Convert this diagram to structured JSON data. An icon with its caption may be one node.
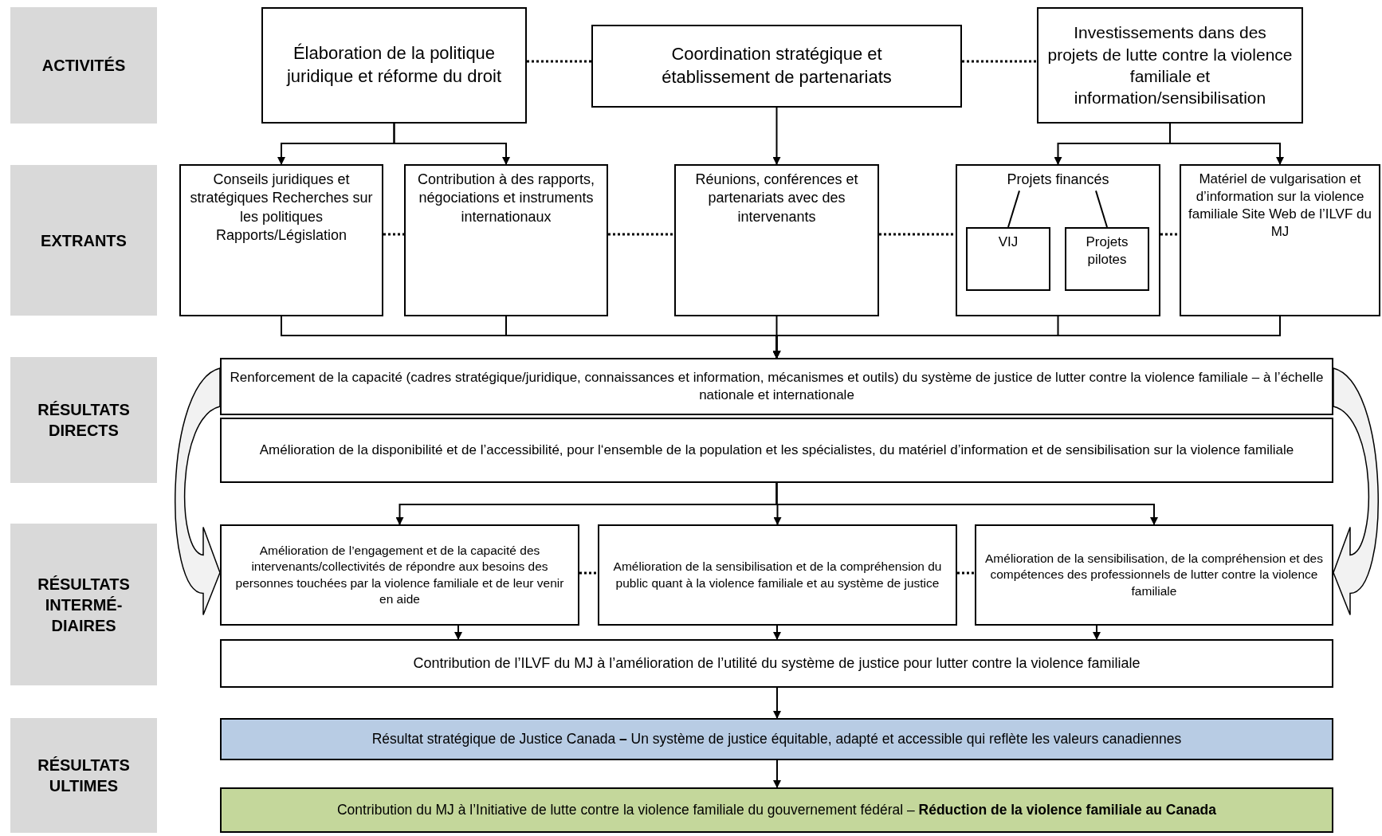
{
  "diagram": {
    "nodes": [
      {
        "text": [
          "ACTIVITÉS"
        ]
      },
      {
        "text": [
          "EXTRANTS"
        ]
      },
      {
        "text": [
          "RÉSULTATS DIRECTS"
        ]
      },
      {
        "text": [
          "RÉSULTATS INTERMÉ- DIAIRES"
        ]
      },
      {
        "text": [
          "RÉSULTATS ULTIMES"
        ]
      },
      {
        "text": [
          "Élaboration de la politique juridique et réforme du droit"
        ]
      },
      {
        "text": [
          "Coordination stratégique et établissement de partenariats"
        ]
      },
      {
        "text": [
          "Investissements dans des projets de lutte contre la violence familiale et information/sensibilisation"
        ]
      },
      {
        "text": [
          "Conseils juridiques et stratégiques Recherches sur les politiques Rapports/Législation"
        ]
      },
      {
        "text": [
          "Contribution à des rapports, négociations et instruments internationaux"
        ]
      },
      {
        "text": [
          "Réunions, conférences et partenariats avec des intervenants"
        ]
      },
      {
        "text": [
          "Projets financés"
        ]
      },
      {
        "text": [
          "VIJ"
        ],
        "in": 11
      },
      {
        "text": [
          "Projets pilotes"
        ],
        "in": 11
      },
      {
        "text": [
          "Matériel de vulgarisation et d’information sur la violence familiale Site Web de l’ILVF du MJ"
        ]
      },
      {
        "text": [
          "Renforcement de la capacité (cadres stratégique/juridique, connaissances et information, mécanismes et outils) du système de justice de lutter contre la violence familiale – à l’échelle nationale et internationale"
        ]
      },
      {
        "text": [
          "Amélioration de la disponibilité et de l’accessibilité, pour l‘ensemble de la population et les spécialistes, du matériel d’information et de sensibilisation sur la violence familiale"
        ]
      },
      {
        "text": [
          "Amélioration de l’engagement et de la capacité des intervenants/collectivités de répondre aux besoins des personnes touchées par la violence familiale et de leur venir en aide"
        ]
      },
      {
        "text": [
          "Amélioration de la sensibilisation et de la compréhension du public quant à la violence familiale et au système de justice"
        ]
      },
      {
        "text": [
          "Amélioration de la sensibilisation, de la compréhension et des compétences des professionnels de lutter contre la violence familiale"
        ]
      },
      {
        "text": [
          "Contribution de l’ILVF du MJ à l’amélioration de l’utilité du système de justice pour lutter contre la violence familiale"
        ]
      },
      {
        "text": [
          "Résultat stratégique de Justice Canada **–** Un système de justice équitable, adapté et accessible qui reflète les valeurs canadiennes"
        ]
      },
      {
        "text": [
          "Contribution du MJ à l’Initiative de lutte contre la violence familiale du gouvernement fédéral – **Réduction de la violence familiale au Canada**"
        ]
      }
    ],
    "edges": [
      {
        "from": 5,
        "to": 6,
        "arrow": "none",
        "style": "dashed"
      },
      {
        "from": 6,
        "to": 7,
        "arrow": "none",
        "style": "dashed"
      },
      {
        "from": 5,
        "to": 8,
        "arrow": "to"
      },
      {
        "from": 5,
        "to": 9,
        "arrow": "to"
      },
      {
        "from": 6,
        "to": 10,
        "arrow": "to"
      },
      {
        "from": 7,
        "to": 11,
        "arrow": "to"
      },
      {
        "from": 7,
        "to": 14,
        "arrow": "to"
      },
      {
        "from": 8,
        "to": 9,
        "arrow": "none",
        "style": "dashed"
      },
      {
        "from": 9,
        "to": 10,
        "arrow": "none",
        "style": "dashed"
      },
      {
        "from": 10,
        "to": 11,
        "arrow": "none",
        "style": "dashed"
      },
      {
        "from": 11,
        "to": 14,
        "arrow": "none",
        "style": "dashed"
      },
      {
        "from": 11,
        "to": 12,
        "arrow": "none"
      },
      {
        "from": 11,
        "to": 13,
        "arrow": "none"
      },
      {
        "from": 8,
        "to": 15,
        "arrow": "to"
      },
      {
        "from": 9,
        "to": 15,
        "arrow": "to"
      },
      {
        "from": 10,
        "to": 15,
        "arrow": "to"
      },
      {
        "from": 11,
        "to": 15,
        "arrow": "to"
      },
      {
        "from": 14,
        "to": 15,
        "arrow": "to"
      },
      {
        "from": 16,
        "to": 17,
        "arrow": "to"
      },
      {
        "from": 16,
        "to": 18,
        "arrow": "to"
      },
      {
        "from": 16,
        "to": 19,
        "arrow": "to"
      },
      {
        "from": 17,
        "to": 18,
        "arrow": "none",
        "style": "dashed"
      },
      {
        "from": 18,
        "to": 19,
        "arrow": "none",
        "style": "dashed"
      },
      {
        "from": 17,
        "to": 20,
        "arrow": "to"
      },
      {
        "from": 18,
        "to": 20,
        "arrow": "to"
      },
      {
        "from": 19,
        "to": 20,
        "arrow": "to"
      },
      {
        "from": 20,
        "to": 21,
        "arrow": "to"
      },
      {
        "from": 21,
        "to": 22,
        "arrow": "to"
      },
      {
        "from": 15,
        "to": 17,
        "arrow": "to",
        "style": "thick"
      },
      {
        "from": 15,
        "to": 19,
        "arrow": "to",
        "style": "thick"
      }
    ]
  }
}
